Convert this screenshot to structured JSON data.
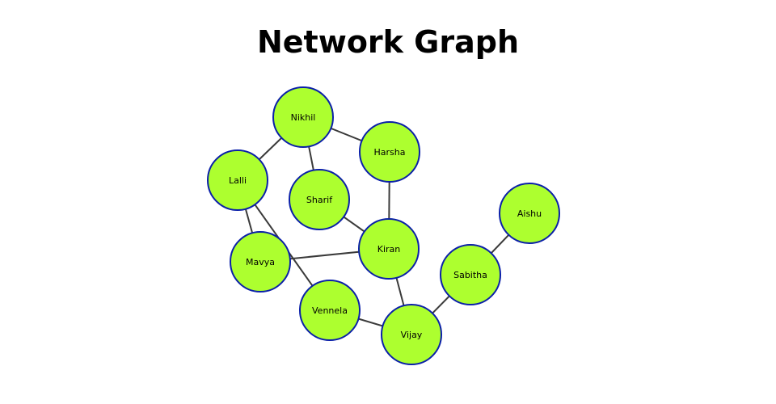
{
  "title": "Network Graph",
  "colors": {
    "node_fill": "#adff2f",
    "node_stroke": "#0a1fa8",
    "edge": "#3a3a3a",
    "background": "#ffffff"
  },
  "nodes": [
    {
      "id": "Nikhil",
      "label": "Nikhil"
    },
    {
      "id": "Harsha",
      "label": "Harsha"
    },
    {
      "id": "Lalli",
      "label": "Lalli"
    },
    {
      "id": "Sharif",
      "label": "Sharif"
    },
    {
      "id": "Aishu",
      "label": "Aishu"
    },
    {
      "id": "Kiran",
      "label": "Kiran"
    },
    {
      "id": "Mavya",
      "label": "Mavya"
    },
    {
      "id": "Sabitha",
      "label": "Sabitha"
    },
    {
      "id": "Vennela",
      "label": "Vennela"
    },
    {
      "id": "Vijay",
      "label": "Vijay"
    }
  ],
  "edges": [
    {
      "source": "Nikhil",
      "target": "Harsha"
    },
    {
      "source": "Nikhil",
      "target": "Lalli"
    },
    {
      "source": "Nikhil",
      "target": "Sharif"
    },
    {
      "source": "Harsha",
      "target": "Kiran"
    },
    {
      "source": "Sharif",
      "target": "Kiran"
    },
    {
      "source": "Lalli",
      "target": "Mavya"
    },
    {
      "source": "Lalli",
      "target": "Vennela"
    },
    {
      "source": "Mavya",
      "target": "Kiran"
    },
    {
      "source": "Kiran",
      "target": "Vijay"
    },
    {
      "source": "Vennela",
      "target": "Vijay"
    },
    {
      "source": "Vijay",
      "target": "Sabitha"
    },
    {
      "source": "Sabitha",
      "target": "Aishu"
    }
  ]
}
